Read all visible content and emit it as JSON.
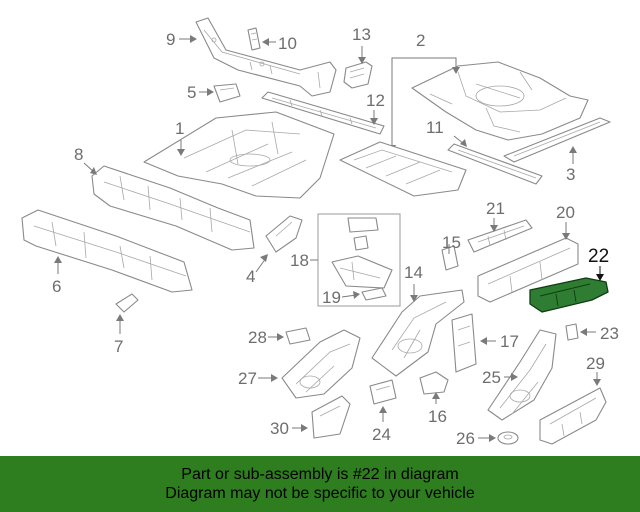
{
  "callouts": {
    "c1": "1",
    "c2": "2",
    "c3": "3",
    "c4": "4",
    "c5": "5",
    "c6": "6",
    "c7": "7",
    "c8": "8",
    "c9": "9",
    "c10": "10",
    "c11": "11",
    "c12": "12",
    "c13": "13",
    "c14": "14",
    "c15": "15",
    "c16": "16",
    "c17": "17",
    "c18": "18",
    "c19": "19",
    "c20": "20",
    "c21": "21",
    "c22": "22",
    "c23": "23",
    "c24": "24",
    "c25": "25",
    "c26": "26",
    "c27": "27",
    "c28": "28",
    "c29": "29",
    "c30": "30"
  },
  "highlight_color": "#2e7d32",
  "banner": {
    "line1": "Part or sub-assembly is #22 in diagram",
    "line2": "Diagram may not be specific to your vehicle",
    "color": "#2e7d1f"
  }
}
